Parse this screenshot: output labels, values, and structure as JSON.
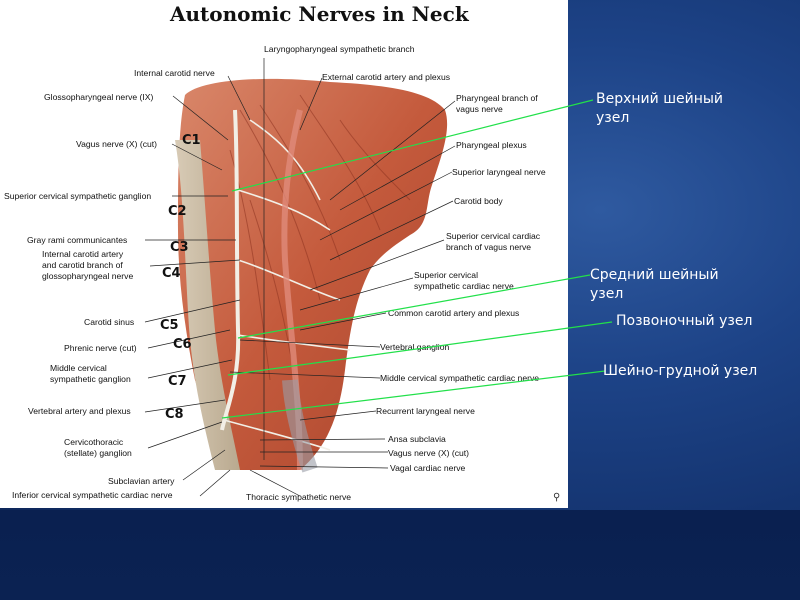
{
  "figure": {
    "title": "Autonomic Nerves in Neck"
  },
  "left_labels": [
    "Internal carotid nerve",
    "Glossopharyngeal nerve (IX)",
    "Vagus nerve (X) (cut)",
    "Superior cervical sympathetic ganglion",
    "Gray rami communicantes",
    "Internal carotid artery",
    "and carotid branch of",
    "glossopharyngeal nerve",
    "Carotid sinus",
    "Phrenic nerve (cut)",
    "Middle cervical",
    "sympathetic ganglion",
    "Vertebral artery and plexus",
    "Cervicothoracic",
    "(stellate) ganglion",
    "Subclavian artery",
    "Inferior cervical sympathetic cardiac nerve"
  ],
  "right_labels": [
    "Laryngopharyngeal sympathetic branch",
    "External carotid artery and plexus",
    "Pharyngeal branch of",
    "vagus nerve",
    "Pharyngeal plexus",
    "Superior laryngeal nerve",
    "Carotid body",
    "Superior cervical cardiac",
    "branch of vagus nerve",
    "Superior cervical",
    "sympathetic cardiac nerve",
    "Common carotid artery and plexus",
    "Vertebral ganglion",
    "Middle cervical sympathetic cardiac nerve",
    "Recurrent laryngeal nerve",
    "Ansa subclavia",
    "Vagus nerve (X) (cut)",
    "Vagal cardiac nerve",
    "Thoracic sympathetic nerve"
  ],
  "vertebrae": [
    "C1",
    "C2",
    "C3",
    "C4",
    "C5",
    "C6",
    "C7",
    "C8"
  ],
  "annotations": {
    "superior": "Верхний шейный узел",
    "middle": "Средний шейный узел",
    "vertebral": "Позвоночный узел",
    "cervicothoracic": "Шейно-грудной узел"
  },
  "colors": {
    "background": "#1d4387",
    "annotation_text": "#ffffff",
    "pointer_line": "#22e04a",
    "tissue": "#c8553a"
  }
}
